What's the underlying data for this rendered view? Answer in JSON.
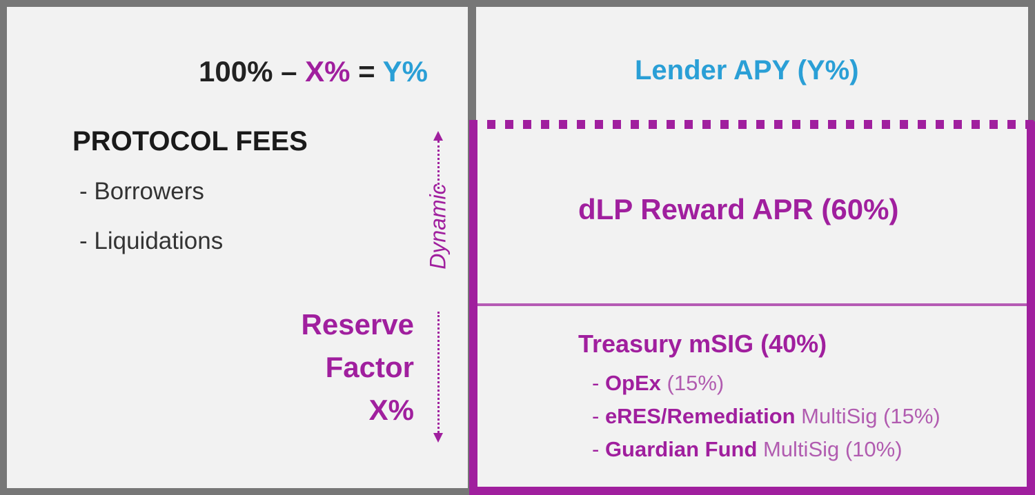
{
  "equation": {
    "base": "100% –",
    "x": "X%",
    "eq": "=",
    "y": "Y%"
  },
  "lender": "Lender APY (Y%)",
  "protocol_fees": {
    "title": "PROTOCOL FEES",
    "items": [
      "- Borrowers",
      "- Liquidations"
    ]
  },
  "reserve": {
    "line1": "Reserve",
    "line2": "Factor",
    "line3": "X%"
  },
  "dynamic": "Dynamic",
  "dlp": "dLP Reward APR  (60%)",
  "treasury": {
    "title": "Treasury mSIG (40%)",
    "items": [
      {
        "prefix": "- ",
        "bold": "OpEx",
        "rest": " (15%)"
      },
      {
        "prefix": "- ",
        "bold": "eRES/Remediation",
        "rest": " MultiSig (15%)"
      },
      {
        "prefix": "- ",
        "bold": "Guardian Fund",
        "rest": " MultiSig (10%)"
      }
    ]
  },
  "colors": {
    "purple": "#a01f9e",
    "blue": "#2a9fd6",
    "frame": "#777777",
    "background": "#f2f2f2"
  }
}
